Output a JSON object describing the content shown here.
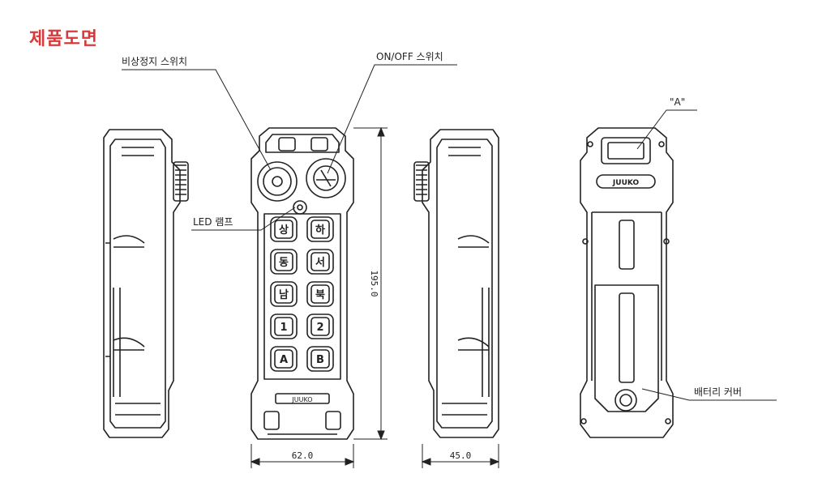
{
  "header": {
    "title": "제품도면"
  },
  "labels": {
    "emergency_stop": "비상정지 스위치",
    "on_off": "ON/OFF 스위치",
    "led_lamp": "LED 램프",
    "detail_a": "\"A\"",
    "battery_cover": "배터리 커버"
  },
  "dimensions": {
    "height": "195.0",
    "width": "62.0",
    "depth": "45.0"
  },
  "front_buttons": [
    {
      "left": "상",
      "right": "하"
    },
    {
      "left": "동",
      "right": "서"
    },
    {
      "left": "남",
      "right": "북"
    },
    {
      "left": "1",
      "right": "2"
    },
    {
      "left": "A",
      "right": "B"
    }
  ],
  "logo_text": "JUUKO",
  "brand_plate": "JUUKO"
}
